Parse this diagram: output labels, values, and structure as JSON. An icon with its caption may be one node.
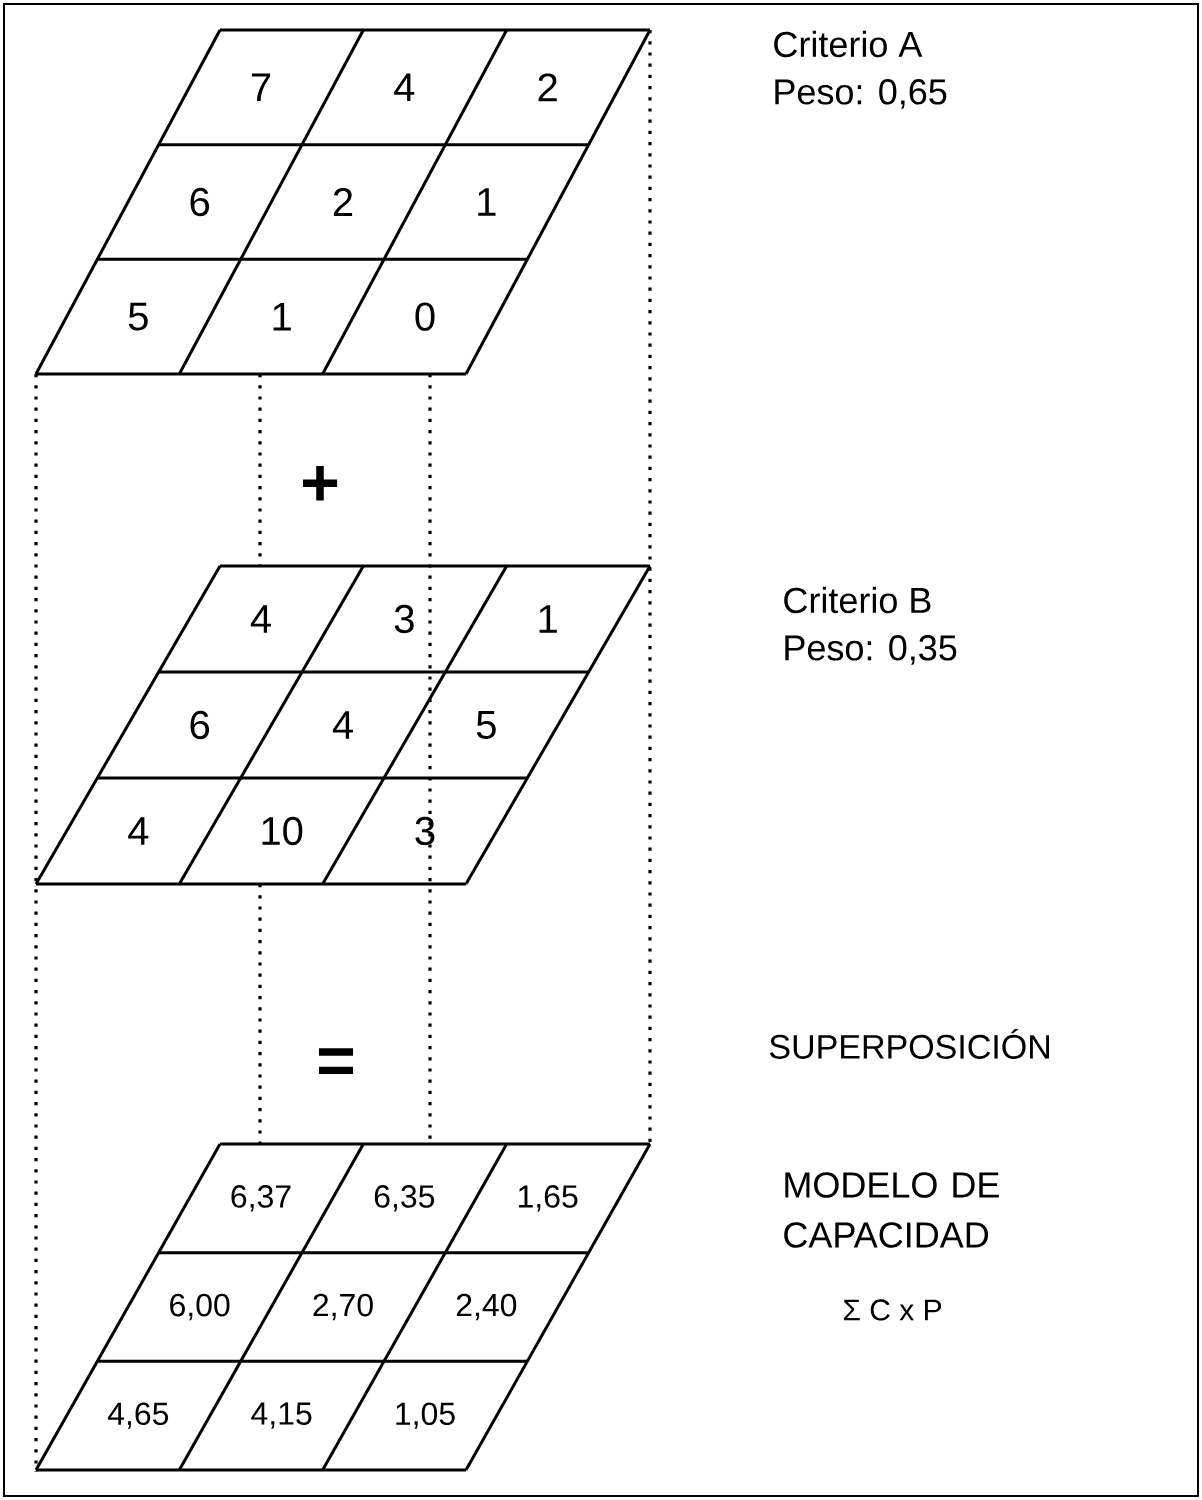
{
  "diagram": {
    "labels": [
      "7",
      "4",
      "2",
      "6",
      "2",
      "1",
      "5",
      "1",
      "0",
      "Criterio A",
      "Peso: 0,65",
      "+",
      "4",
      "3",
      "1",
      "6",
      "4",
      "5",
      "4",
      "10",
      "3",
      "Criterio B",
      "Peso: 0,35",
      "SUPERPOSICIÓN",
      "=",
      "6,37",
      "6,35",
      "1,65",
      "6,00",
      "2,70",
      "2,40",
      "4,65",
      "4,15",
      "1,05",
      "MODELO DE CAPACIDAD",
      "Σ C x P"
    ]
  }
}
